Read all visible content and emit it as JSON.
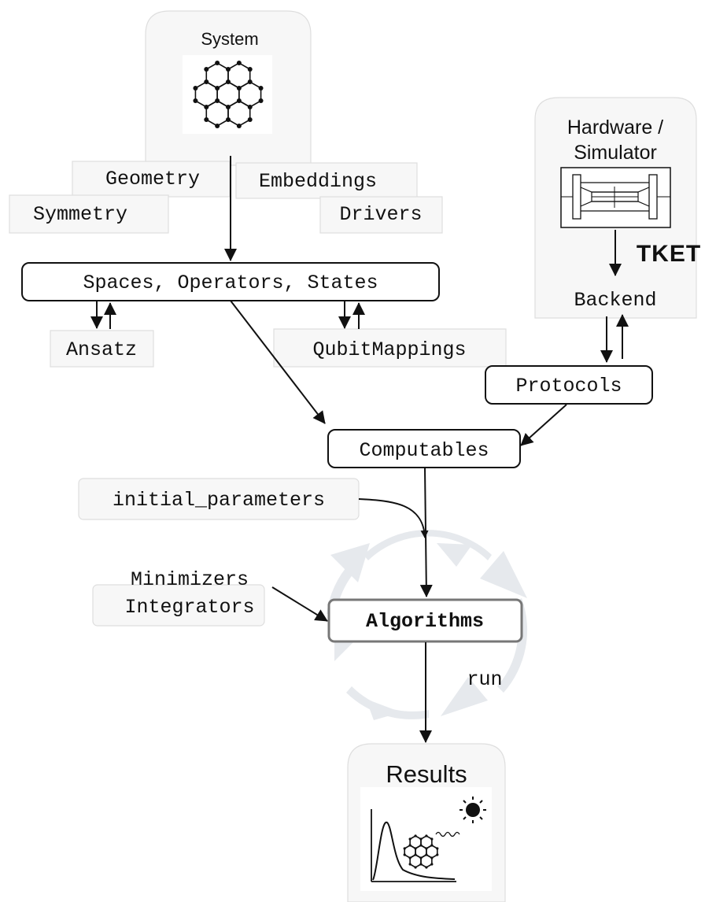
{
  "system": {
    "title": "System"
  },
  "system_inputs": {
    "geometry": "Geometry",
    "embeddings": "Embeddings",
    "symmetry": "Symmetry",
    "drivers": "Drivers"
  },
  "core": {
    "spaces_operators_states": "Spaces, Operators, States"
  },
  "mappings": {
    "ansatz": "Ansatz",
    "qubit_mappings": "QubitMappings"
  },
  "hardware": {
    "title_line1": "Hardware /",
    "title_line2": "Simulator",
    "compiler": "TKET",
    "backend": "Backend"
  },
  "protocols": "Protocols",
  "computables": "Computables",
  "initial_parameters": "initial_parameters",
  "optimizers": {
    "line1": "Minimizers",
    "line2": "Integrators"
  },
  "algorithms": "Algorithms",
  "run_label": "run",
  "results": {
    "title": "Results"
  }
}
